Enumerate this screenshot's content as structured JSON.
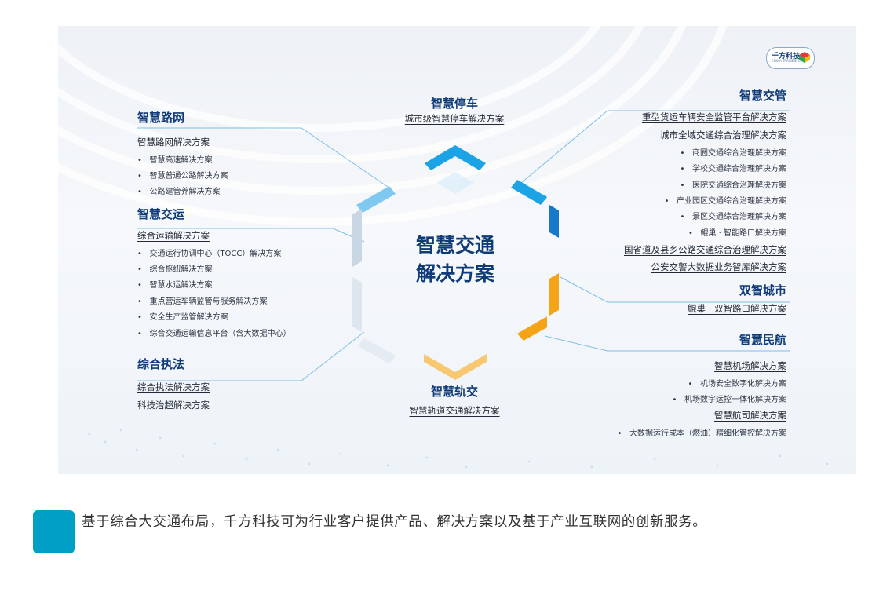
{
  "center_title": [
    "智慧交通",
    "解决方案"
  ],
  "logo": {
    "name": "千方科技",
    "sub": "CHINA TRANSINFO"
  },
  "top": {
    "title": "智慧停车",
    "item": "城市级智慧停车解决方案"
  },
  "bottom": {
    "title": "智慧轨交",
    "item": "智慧轨道交通解决方案"
  },
  "left": [
    {
      "title": "智慧路网",
      "sub": "智慧路网解决方案",
      "items": [
        "智慧高速解决方案",
        "智慧普通公路解决方案",
        "公路建管养解决方案"
      ]
    },
    {
      "title": "智慧交运",
      "sub": "综合运输解决方案",
      "items": [
        "交通运行协调中心（TOCC）解决方案",
        "综合枢纽解决方案",
        "智慧水运解决方案",
        "重点营运车辆监管与服务解决方案",
        "安全生产监管解决方案",
        "综合交通运输信息平台（含大数据中心）"
      ]
    },
    {
      "title": "综合执法",
      "subs": [
        "综合执法解决方案",
        "科技治超解决方案"
      ]
    }
  ],
  "right": [
    {
      "title": "智慧交管",
      "rows": [
        {
          "text": "重型货运车辆安全监管平台解决方案",
          "kind": "sub"
        },
        {
          "text": "城市全域交通综合治理解决方案",
          "kind": "sub"
        },
        {
          "text": "商圈交通综合治理解决方案",
          "kind": "bullet"
        },
        {
          "text": "学校交通综合治理解决方案",
          "kind": "bullet"
        },
        {
          "text": "医院交通综合治理解决方案",
          "kind": "bullet"
        },
        {
          "text": "产业园区交通综合治理解决方案",
          "kind": "bullet"
        },
        {
          "text": "景区交通综合治理解决方案",
          "kind": "bullet"
        },
        {
          "text": "鲲巢 · 智能路口解决方案",
          "kind": "bullet"
        },
        {
          "text": "国省道及县乡公路交通综合治理解决方案",
          "kind": "sub"
        },
        {
          "text": "公安交警大数据业务智库解决方案",
          "kind": "sub"
        }
      ]
    },
    {
      "title": "双智城市",
      "rows": [
        {
          "text": "鲲巢 · 双智路口解决方案",
          "kind": "sub"
        }
      ]
    },
    {
      "title": "智慧民航",
      "rows": [
        {
          "text": "智慧机场解决方案",
          "kind": "sub"
        },
        {
          "text": "机场安全数字化解决方案",
          "kind": "bullet"
        },
        {
          "text": "机场数字运控一体化解决方案",
          "kind": "bullet"
        },
        {
          "text": "智慧航司解决方案",
          "kind": "sub"
        },
        {
          "text": "大数据运行成本（燃油）精细化管控解决方案",
          "kind": "bullet"
        }
      ]
    }
  ],
  "bullet_char": "•",
  "caption": "基于综合大交通布局，千方科技可为行业客户提供产品、解决方案以及基于产业互联网的创新服务。",
  "colors": {
    "brand_blue": "#0f3b79",
    "cyan": "#1ba3e6",
    "orange": "#f5a417",
    "caption_mark": "#00a0c6"
  }
}
